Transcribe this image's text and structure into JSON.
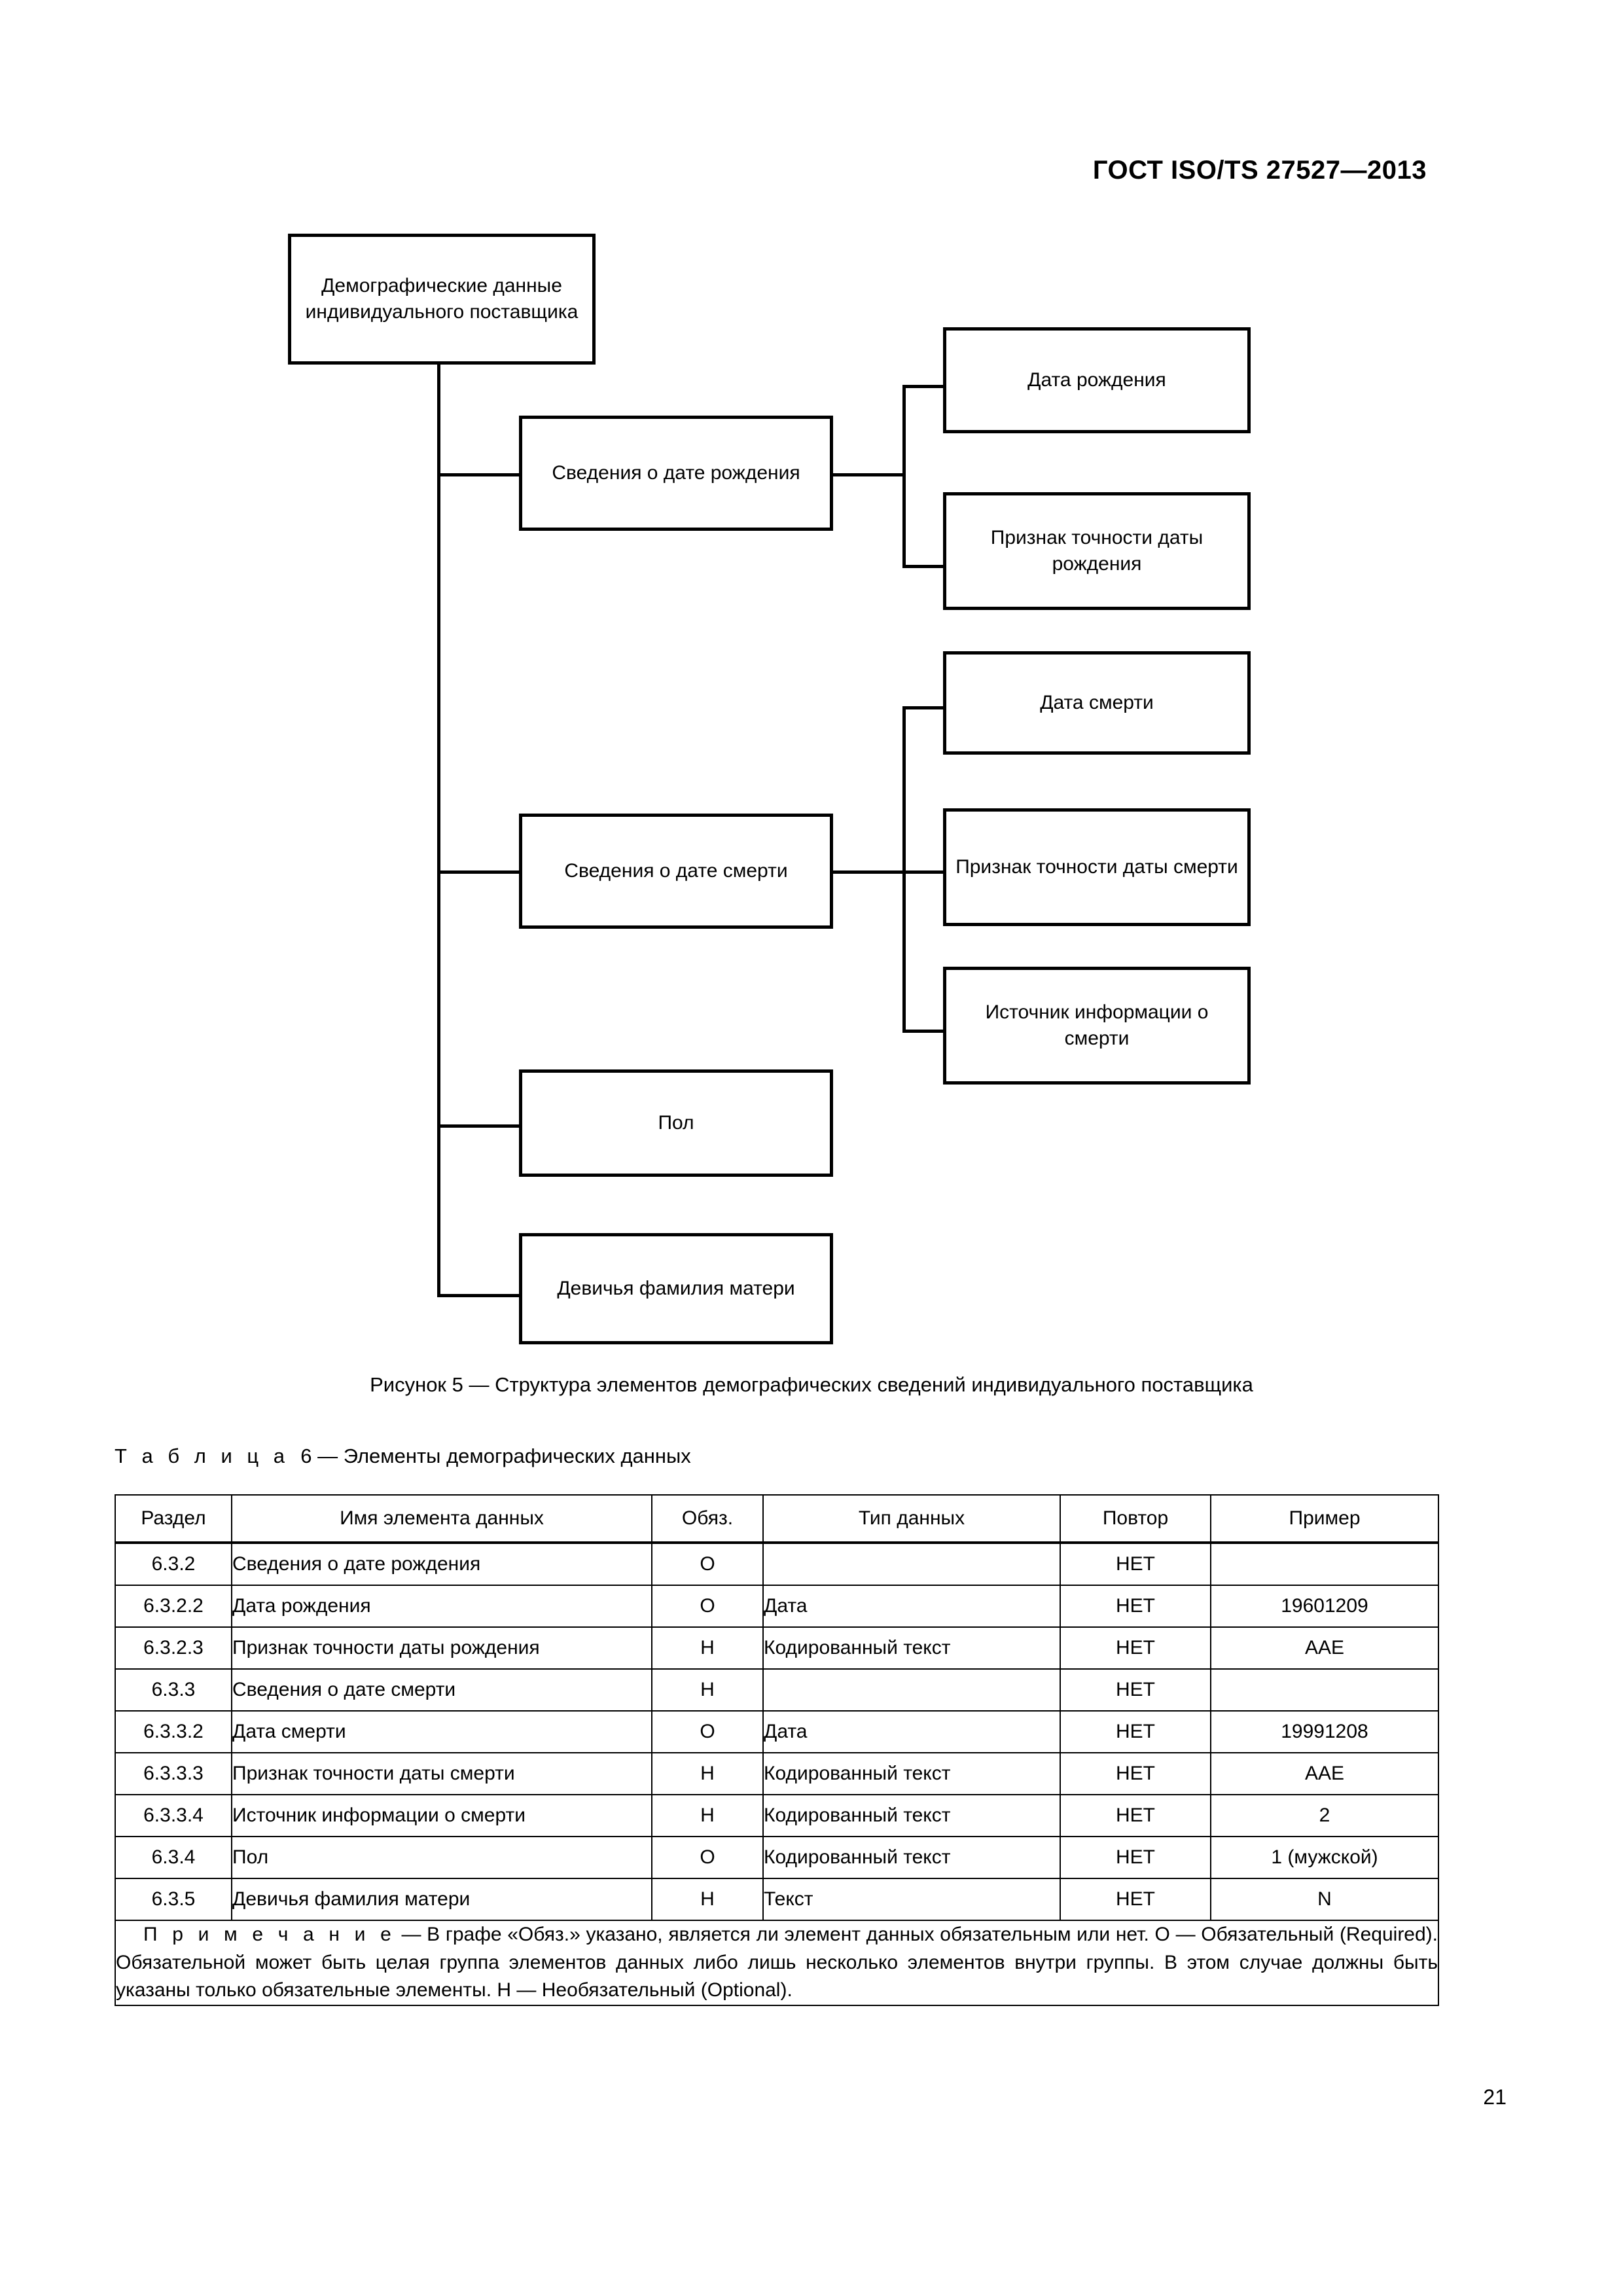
{
  "header": {
    "standard_id": "ГОСТ ISO/TS 27527—2013"
  },
  "figure": {
    "caption": "Рисунок 5 — Структура элементов демографических сведений индивидуального поставщика",
    "nodes": {
      "root": "Демографические данные индивидуального поставщика",
      "birth_group": "Сведения о дате рождения",
      "birth_date": "Дата рождения",
      "birth_accuracy": "Признак точности даты рождения",
      "death_group": "Сведения о дате смерти",
      "death_date": "Дата смерти",
      "death_accuracy": "Признак точности даты смерти",
      "death_source": "Источник информации о смерти",
      "sex": "Пол",
      "mother_maiden_name": "Девичья фамилия матери"
    }
  },
  "table": {
    "title_word": "Т а б л и ц а",
    "title_rest": "6 — Элементы демографических данных",
    "headers": [
      "Раздел",
      "Имя элемента данных",
      "Обяз.",
      "Тип данных",
      "Повтор",
      "Пример"
    ],
    "rows": [
      {
        "razdel": "6.3.2",
        "name": "Сведения о дате рождения",
        "obyaz": "О",
        "type": "",
        "repeat": "НЕТ",
        "example": ""
      },
      {
        "razdel": "6.3.2.2",
        "name": "Дата рождения",
        "obyaz": "О",
        "type": "Дата",
        "repeat": "НЕТ",
        "example": "19601209"
      },
      {
        "razdel": "6.3.2.3",
        "name": "Признак точности даты рождения",
        "obyaz": "Н",
        "type": "Кодированный текст",
        "repeat": "НЕТ",
        "example": "ААЕ"
      },
      {
        "razdel": "6.3.3",
        "name": "Сведения о дате смерти",
        "obyaz": "Н",
        "type": "",
        "repeat": "НЕТ",
        "example": ""
      },
      {
        "razdel": "6.3.3.2",
        "name": "Дата смерти",
        "obyaz": "О",
        "type": "Дата",
        "repeat": "НЕТ",
        "example": "19991208"
      },
      {
        "razdel": "6.3.3.3",
        "name": "Признак точности даты смерти",
        "obyaz": "Н",
        "type": "Кодированный текст",
        "repeat": "НЕТ",
        "example": "ААЕ"
      },
      {
        "razdel": "6.3.3.4",
        "name": "Источник информации о смерти",
        "obyaz": "Н",
        "type": "Кодированный текст",
        "repeat": "НЕТ",
        "example": "2"
      },
      {
        "razdel": "6.3.4",
        "name": "Пол",
        "obyaz": "О",
        "type": "Кодированный текст",
        "repeat": "НЕТ",
        "example": "1 (мужской)"
      },
      {
        "razdel": "6.3.5",
        "name": "Девичья фамилия матери",
        "obyaz": "Н",
        "type": "Текст",
        "repeat": "НЕТ",
        "example": "N"
      }
    ],
    "note_lead": "П р и м е ч а н и е",
    "note_body": " — В графе «Обяз.» указано, является ли элемент данных обязательным или нет. О — Обязательный (Required). Обязательной может быть целая группа элементов данных либо лишь несколько элементов внутри группы. В этом случае должны быть указаны только обязательные элементы. Н — Необязательный (Optional)."
  },
  "footer": {
    "page_number": "21"
  }
}
